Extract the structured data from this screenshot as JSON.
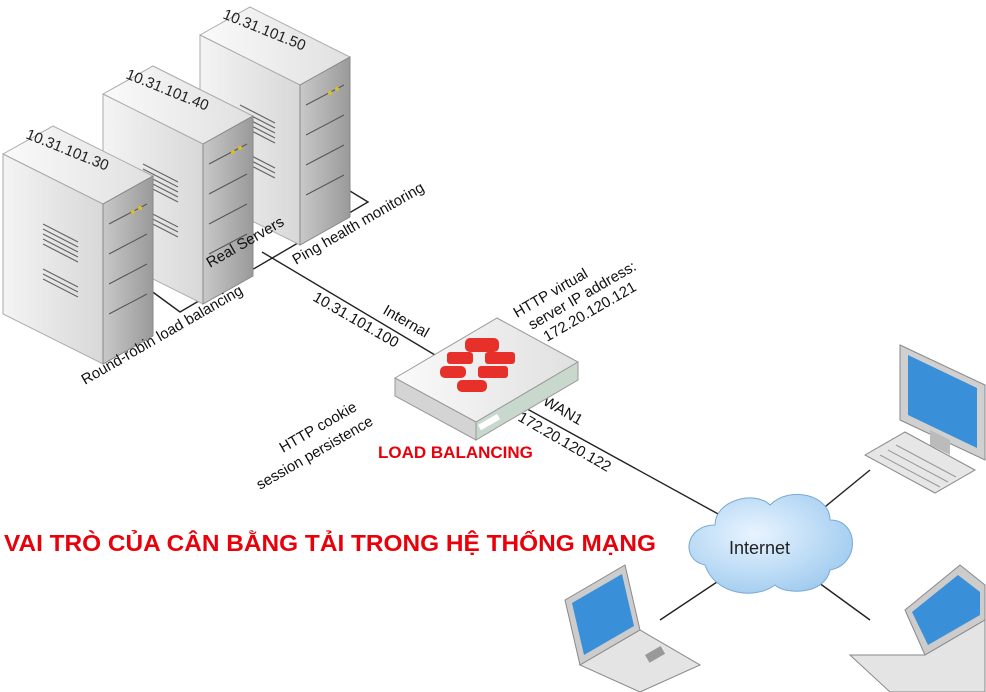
{
  "title": "VAI TRÒ CỦA CÂN BẰNG TẢI TRONG HỆ THỐNG MẠNG",
  "device_label": "LOAD BALANCING",
  "servers": [
    "10.31.101.30",
    "10.31.101.40",
    "10.31.101.50"
  ],
  "labels": {
    "round_robin": "Round-robin load balancing",
    "real_servers": "Real Servers",
    "ping": "Ping health monitoring",
    "internal_ip": "10.31.101.100",
    "internal": "Internal",
    "vip_line1": "HTTP virtual",
    "vip_line2": "server IP address:",
    "vip_line3": "172.20.120.121",
    "cookie_line1": "HTTP cookie",
    "cookie_line2": "session persistence",
    "wan": "WAN1",
    "wan_ip": "172.20.120.122",
    "internet": "Internet"
  },
  "colors": {
    "accent": "#e8000b",
    "logo": "#e8302a",
    "line": "#222222"
  }
}
